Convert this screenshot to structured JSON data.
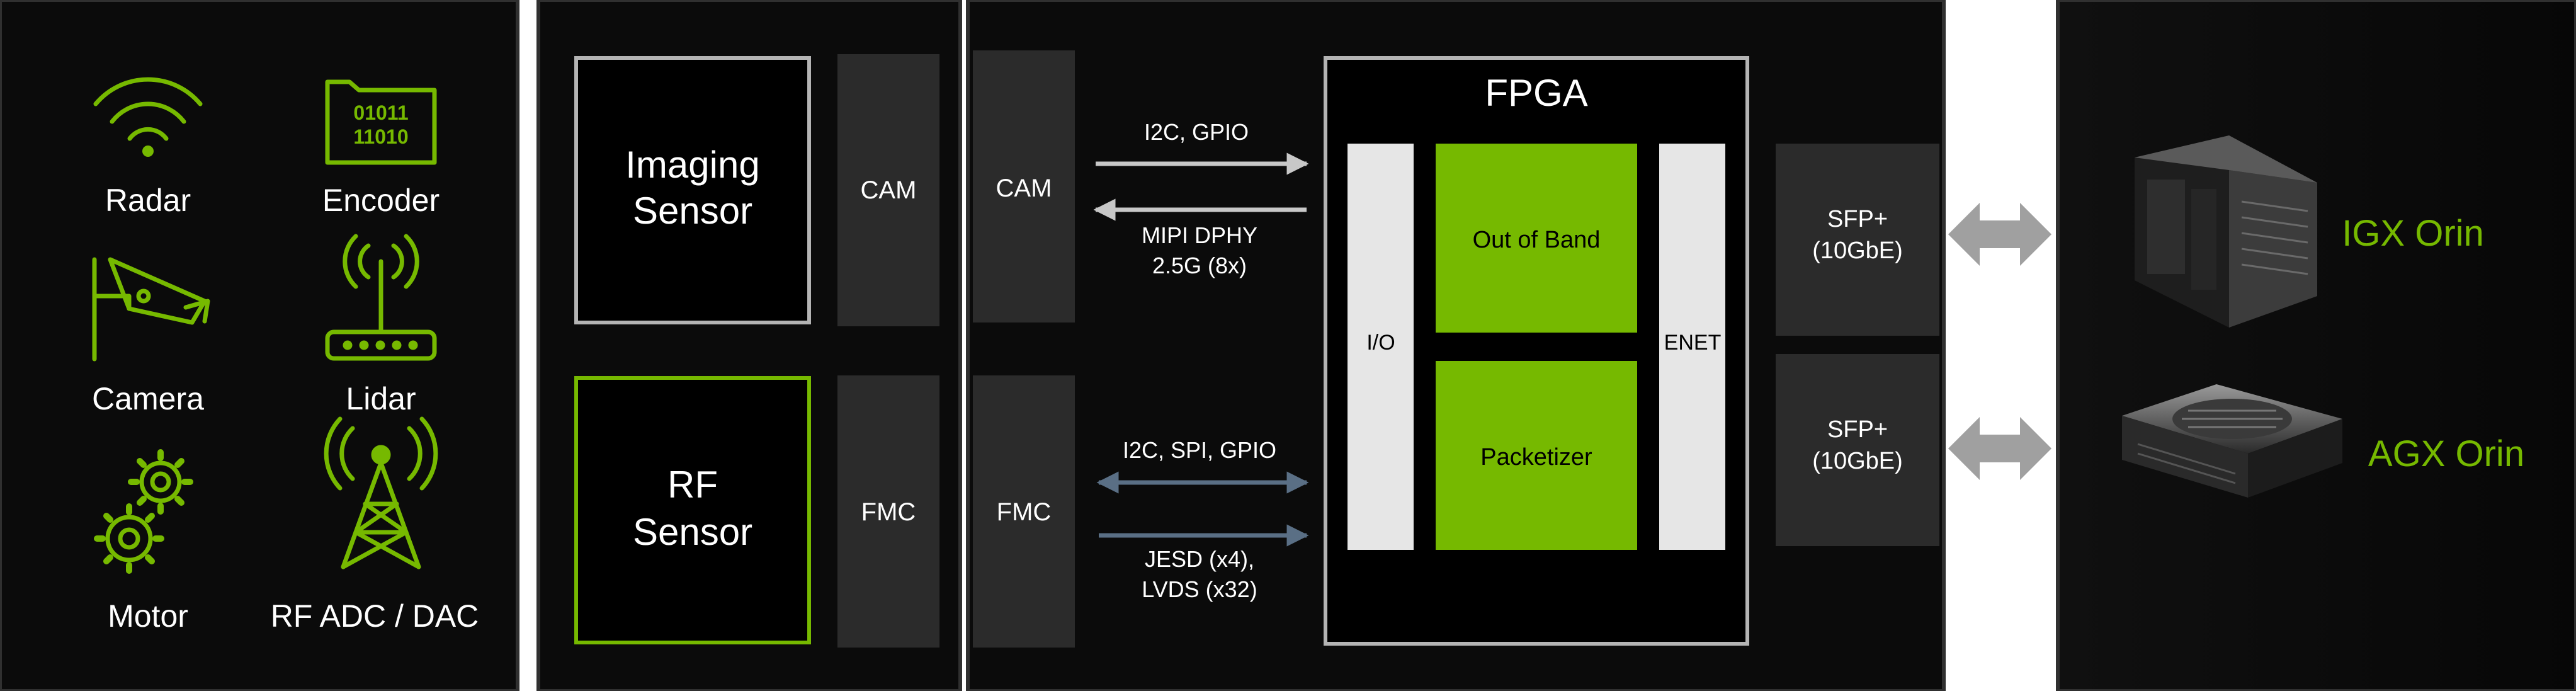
{
  "sensors": {
    "radar": "Radar",
    "encoder": "Encoder",
    "encoder_bits_1": "01011",
    "encoder_bits_2": "11010",
    "camera": "Camera",
    "lidar": "Lidar",
    "motor": "Motor",
    "rf_adc_dac": "RF ADC / DAC"
  },
  "sensor_board": {
    "imaging_sensor_line1": "Imaging",
    "imaging_sensor_line2": "Sensor",
    "rf_sensor_line1": "RF",
    "rf_sensor_line2": "Sensor",
    "cam": "CAM",
    "fmc": "FMC"
  },
  "fpga_board": {
    "cam": "CAM",
    "fmc": "FMC",
    "i2c_gpio": "I2C, GPIO",
    "mipi_line1": "MIPI DPHY",
    "mipi_line2": "2.5G (8x)",
    "i2c_spi_gpio": "I2C, SPI, GPIO",
    "jesd_line1": "JESD (x4),",
    "jesd_line2": "LVDS (x32)",
    "fpga_title": "FPGA",
    "io": "I/O",
    "out_of_band": "Out of Band",
    "packetizer": "Packetizer",
    "enet": "ENET",
    "sfp1_line1": "SFP+",
    "sfp1_line2": "(10GbE)",
    "sfp2_line1": "SFP+",
    "sfp2_line2": "(10GbE)"
  },
  "hosts": {
    "igx": "IGX Orin",
    "agx": "AGX Orin"
  },
  "colors": {
    "panel": "#0c0c0c",
    "accent_green": "#76b900",
    "light_box": "#e6e6e6",
    "dark_box": "#2b2b2b",
    "frame_gray": "#b4b4b4",
    "arrow_light": "#c8c8c8",
    "arrow_blue": "#5a6f85",
    "arrow_big": "#a0a0a0"
  },
  "icons": [
    "wifi-icon",
    "binary-folder-icon",
    "security-camera-icon",
    "router-icon",
    "gears-icon",
    "radio-tower-icon",
    "device-image-icon"
  ]
}
